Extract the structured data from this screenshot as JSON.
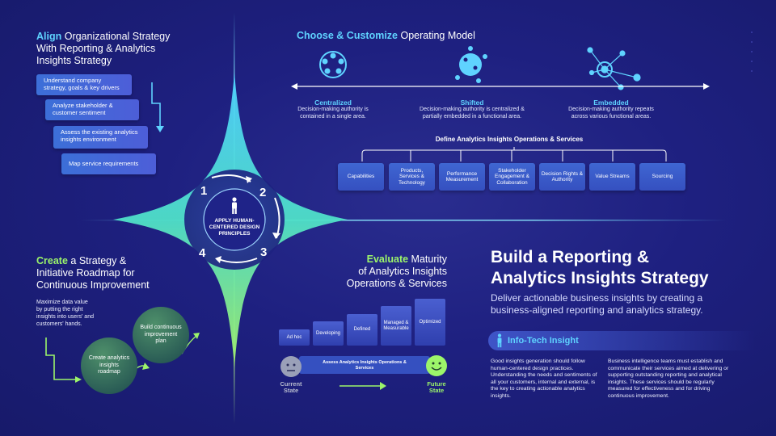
{
  "align": {
    "keyword": "Align",
    "title_rest": " Organizational Strategy",
    "line2": "With Reporting & Analytics",
    "line3": "Insights Strategy",
    "steps": [
      "Understand company strategy, goals & key drivers",
      "Analyze stakeholder & customer sentiment",
      "Assess the existing analytics insights environment",
      "Map service requirements"
    ]
  },
  "model": {
    "keyword": "Choose & Customize",
    "title_rest": " Operating Model",
    "types": [
      {
        "title": "Centralized",
        "desc": "Decision-making authority is contained in a single area."
      },
      {
        "title": "Shifted",
        "desc": "Decision-making authority is centralized & partially embedded in a functional area."
      },
      {
        "title": "Embedded",
        "desc": "Decision-making authority repeats across various functional areas."
      }
    ],
    "define_title": "Define Analytics Insights Operations & Services",
    "services": [
      "Capabilities",
      "Products, Services & Technology",
      "Performance Measurement",
      "Stakeholder Engagement & Collaboration",
      "Decision Rights & Authority",
      "Value Streams",
      "Sourcing"
    ]
  },
  "center": {
    "label": "APPLY HUMAN-CENTERED DESIGN PRINCIPLES",
    "numbers": [
      "1",
      "2",
      "3",
      "4"
    ]
  },
  "create": {
    "keyword": "Create",
    "title_rest": " a Strategy &",
    "line2": "Initiative Roadmap for",
    "line3": "Continuous Improvement",
    "desc": "Maximize data value by putting the right insights into users' and customers' hands.",
    "circle1": "Create analytics insights roadmap",
    "circle2": "Build continuous improvement plan"
  },
  "evaluate": {
    "keyword": "Evaluate",
    "title_rest": " Maturity",
    "line2": "of Analytics Insights",
    "line3": "Operations & Services",
    "levels": [
      "Ad hoc",
      "Developing",
      "Defined",
      "Managed & Measurable",
      "Optimized"
    ],
    "assess": "Assess Analytics Insights Operations & Services",
    "current": "Current State",
    "future": "Future State"
  },
  "main": {
    "title_line1": "Build a Reporting &",
    "title_line2": "Analytics Insights Strategy",
    "subtitle": "Deliver actionable business insights by creating a business-aligned reporting and analytics strategy.",
    "insight_label": "Info-Tech Insight",
    "col1": "Good insights generation should follow human-centered design practices. Understanding the needs and sentiments of all your customers, internal and external, is the key to creating actionable analytics insights.",
    "col2": "Business intelligence teams must establish and communicate their services aimed at delivering or supporting outstanding reporting and analytical insights. These services should be regularly measured for effectiveness and for driving continuous improvement."
  },
  "colors": {
    "cyan": "#5fd3ff",
    "green": "#9cf56a",
    "background": "#1e2080"
  }
}
